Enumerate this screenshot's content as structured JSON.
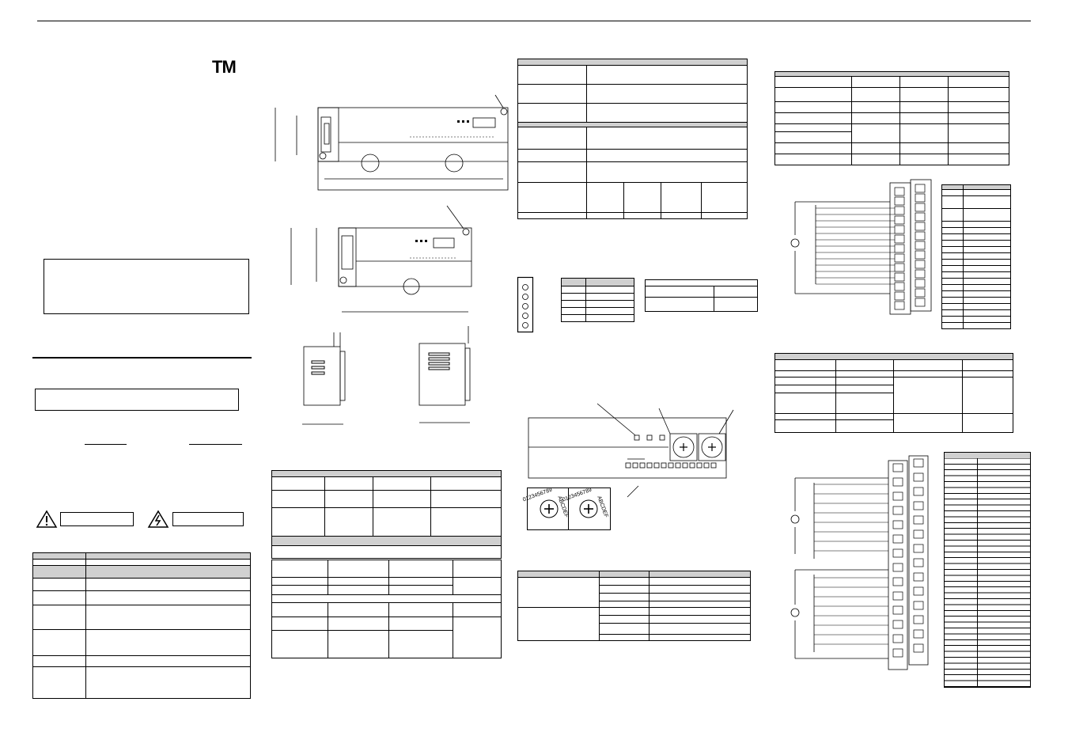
{
  "page": {
    "trademark": "TM"
  },
  "colors": {
    "line": "#000000",
    "table_header": "#d0d0d0",
    "paper": "#ffffff"
  },
  "tables": {
    "left_table_rows": 8,
    "spec_table_a_rows": 4,
    "spec_table_b_rows": 7,
    "right_top_table_rows": 8,
    "right_mid_table_rows": 7,
    "terminal_table_rows": 22,
    "terminal_table_b_rows": 40
  },
  "icons": [
    "warning-triangle-icon",
    "electric-hazard-icon",
    "rotary-switch-icon"
  ],
  "dial_labels": {
    "digits": "0123456789",
    "hex": "ABCDEF"
  }
}
